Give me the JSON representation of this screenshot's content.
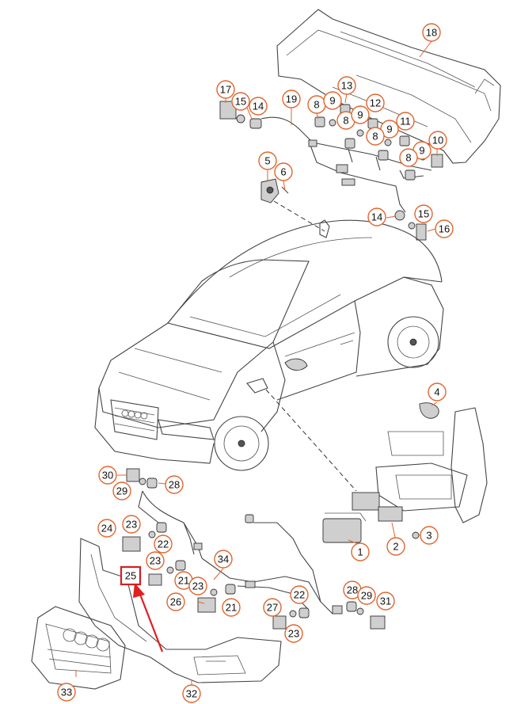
{
  "callouts": [
    {
      "id": "c18",
      "label": "18"
    },
    {
      "id": "c17",
      "label": "17"
    },
    {
      "id": "c15a",
      "label": "15"
    },
    {
      "id": "c14a",
      "label": "14"
    },
    {
      "id": "c19",
      "label": "19"
    },
    {
      "id": "c8a",
      "label": "8"
    },
    {
      "id": "c13",
      "label": "13"
    },
    {
      "id": "c9a",
      "label": "9"
    },
    {
      "id": "c12",
      "label": "12"
    },
    {
      "id": "c8b",
      "label": "8"
    },
    {
      "id": "c9b",
      "label": "9"
    },
    {
      "id": "c9c",
      "label": "9"
    },
    {
      "id": "c11",
      "label": "11"
    },
    {
      "id": "c8c",
      "label": "8"
    },
    {
      "id": "c10",
      "label": "10"
    },
    {
      "id": "c9d",
      "label": "9"
    },
    {
      "id": "c8d",
      "label": "8"
    },
    {
      "id": "c5",
      "label": "5"
    },
    {
      "id": "c6",
      "label": "6"
    },
    {
      "id": "c14b",
      "label": "14"
    },
    {
      "id": "c15b",
      "label": "15"
    },
    {
      "id": "c16",
      "label": "16"
    },
    {
      "id": "c4",
      "label": "4"
    },
    {
      "id": "c30",
      "label": "30"
    },
    {
      "id": "c28a",
      "label": "28"
    },
    {
      "id": "c29a",
      "label": "29"
    },
    {
      "id": "c24",
      "label": "24"
    },
    {
      "id": "c23a",
      "label": "23"
    },
    {
      "id": "c22a",
      "label": "22"
    },
    {
      "id": "c3",
      "label": "3"
    },
    {
      "id": "c2",
      "label": "2"
    },
    {
      "id": "c1",
      "label": "1"
    },
    {
      "id": "c34",
      "label": "34"
    },
    {
      "id": "c23b",
      "label": "23"
    },
    {
      "id": "c21a",
      "label": "21"
    },
    {
      "id": "c23c",
      "label": "23"
    },
    {
      "id": "c26",
      "label": "26"
    },
    {
      "id": "c21b",
      "label": "21"
    },
    {
      "id": "c22b",
      "label": "22"
    },
    {
      "id": "c27",
      "label": "27"
    },
    {
      "id": "c23d",
      "label": "23"
    },
    {
      "id": "c28b",
      "label": "28"
    },
    {
      "id": "c29b",
      "label": "29"
    },
    {
      "id": "c31",
      "label": "31"
    },
    {
      "id": "c33",
      "label": "33"
    },
    {
      "id": "c32",
      "label": "32"
    }
  ],
  "highlight": {
    "label": "25",
    "box_color": "#d21f1f",
    "arrow_color": "#e02020"
  },
  "colors": {
    "callout_ring": "#e0662e",
    "line": "#444444"
  }
}
